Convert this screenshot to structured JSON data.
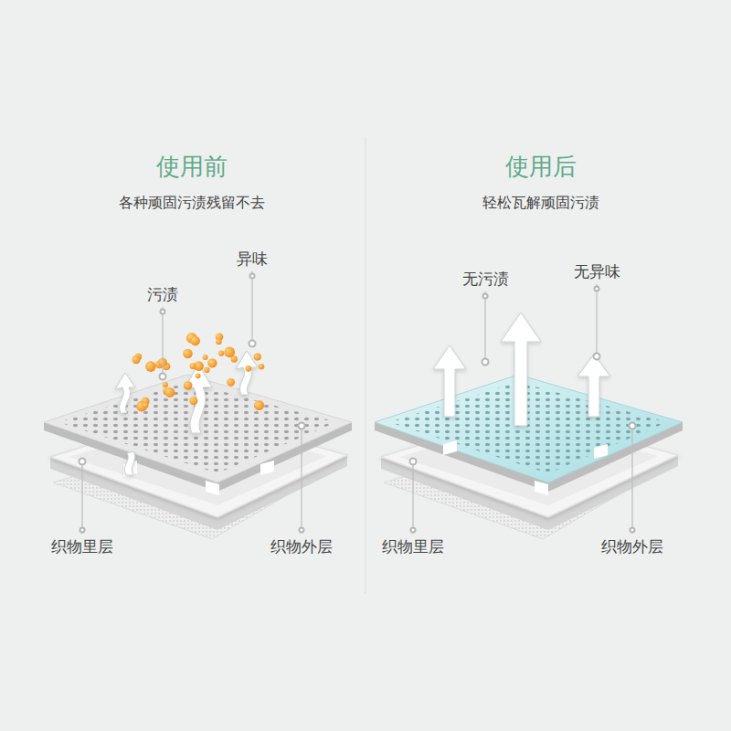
{
  "diagram": {
    "labels": [
      "使用前",
      "各种顽固污渍残留不去",
      "使用后",
      "轻松瓦解顽固污渍",
      "污渍",
      "异味",
      "织物里层",
      "织物外层",
      "无污渍",
      "无异味",
      "织物里层",
      "织物外层"
    ]
  }
}
